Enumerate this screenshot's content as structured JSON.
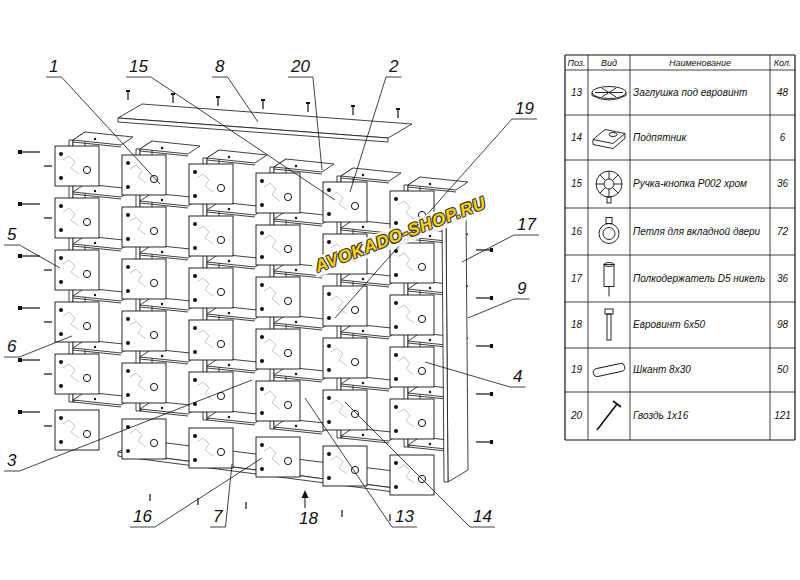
{
  "diagram": {
    "labels": [
      "1",
      "15",
      "8",
      "20",
      "2",
      "19",
      "17",
      "9",
      "5",
      "6",
      "4",
      "3",
      "16",
      "7",
      "18",
      "13",
      "14",
      "AVOKADO-SHOP.RU",
      "Поз.",
      "Вид",
      "Наименование",
      "Кол.",
      "13",
      "Заглушка под евровинт",
      "48",
      "14",
      "Подпятник",
      "6",
      "15",
      "Ручка-кнопка Р002 хром",
      "36",
      "16",
      "Петля для вкладной двери",
      "72",
      "17",
      "Полкодержатель D5 никель",
      "36",
      "18",
      "Евровинт 6х50",
      "98",
      "19",
      "Шкант 8х30",
      "50",
      "20",
      "Гвоздь 1х16",
      "121"
    ]
  }
}
